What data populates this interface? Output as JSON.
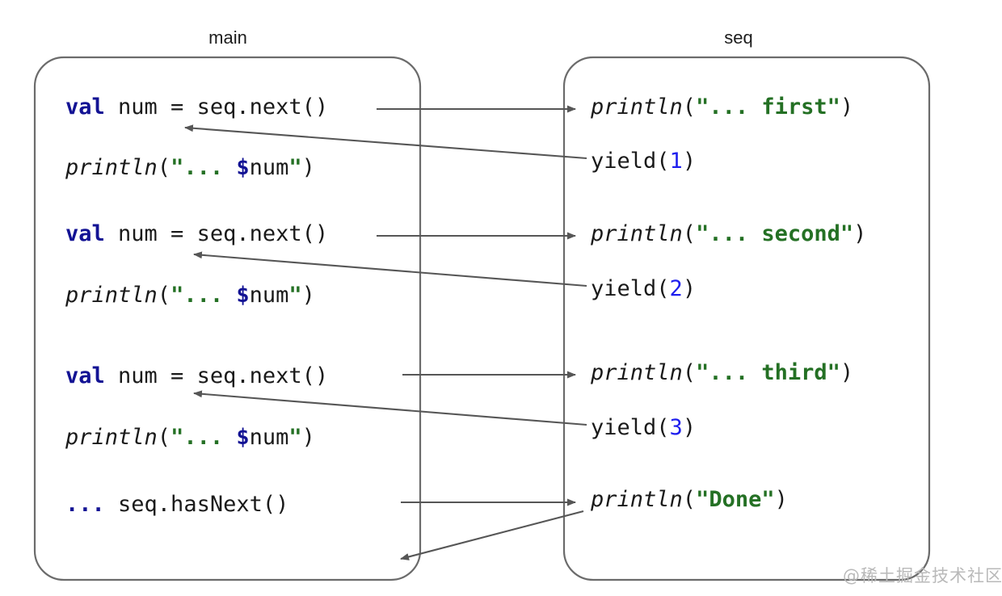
{
  "diagram": {
    "title_left": "main",
    "title_right": "seq",
    "box_stroke": "#6b6b6b",
    "arrow_stroke": "#565656",
    "keyword_color": "#131394",
    "string_color": "#247024",
    "number_color": "#1f1fee",
    "text_color": "#1a1a1a"
  },
  "left_lane": {
    "label": "main",
    "lines": [
      {
        "id": "main-line-1",
        "tokens": [
          {
            "kind": "kw",
            "text": "val"
          },
          {
            "kind": "plain",
            "text": " num = seq.next()"
          }
        ]
      },
      {
        "id": "main-line-2",
        "tokens": [
          {
            "kind": "fn",
            "text": "println"
          },
          {
            "kind": "plain",
            "text": "("
          },
          {
            "kind": "str",
            "text": "\"... "
          },
          {
            "kind": "dollar",
            "text": "$"
          },
          {
            "kind": "var",
            "text": "num"
          },
          {
            "kind": "str",
            "text": "\""
          },
          {
            "kind": "plain",
            "text": ")"
          }
        ]
      },
      {
        "id": "main-line-3",
        "tokens": [
          {
            "kind": "kw",
            "text": "val"
          },
          {
            "kind": "plain",
            "text": " num = seq.next()"
          }
        ]
      },
      {
        "id": "main-line-4",
        "tokens": [
          {
            "kind": "fn",
            "text": "println"
          },
          {
            "kind": "plain",
            "text": "("
          },
          {
            "kind": "str",
            "text": "\"... "
          },
          {
            "kind": "dollar",
            "text": "$"
          },
          {
            "kind": "var",
            "text": "num"
          },
          {
            "kind": "str",
            "text": "\""
          },
          {
            "kind": "plain",
            "text": ")"
          }
        ]
      },
      {
        "id": "main-line-5",
        "tokens": [
          {
            "kind": "kw",
            "text": "val"
          },
          {
            "kind": "plain",
            "text": " num = seq.next()"
          }
        ]
      },
      {
        "id": "main-line-6",
        "tokens": [
          {
            "kind": "fn",
            "text": "println"
          },
          {
            "kind": "plain",
            "text": "("
          },
          {
            "kind": "str",
            "text": "\"... "
          },
          {
            "kind": "dollar",
            "text": "$"
          },
          {
            "kind": "var",
            "text": "num"
          },
          {
            "kind": "str",
            "text": "\""
          },
          {
            "kind": "plain",
            "text": ")"
          }
        ]
      },
      {
        "id": "main-line-7",
        "tokens": [
          {
            "kind": "ellipsis-blue",
            "text": "..."
          },
          {
            "kind": "plain",
            "text": " seq.hasNext()"
          }
        ]
      }
    ]
  },
  "right_lane": {
    "label": "seq",
    "lines": [
      {
        "id": "seq-line-1",
        "tokens": [
          {
            "kind": "fn",
            "text": "println"
          },
          {
            "kind": "plain",
            "text": "("
          },
          {
            "kind": "str",
            "text": "\"... first\""
          },
          {
            "kind": "plain",
            "text": ")"
          }
        ]
      },
      {
        "id": "seq-line-2",
        "tokens": [
          {
            "kind": "plain",
            "text": "yield("
          },
          {
            "kind": "num",
            "text": "1"
          },
          {
            "kind": "plain",
            "text": ")"
          }
        ]
      },
      {
        "id": "seq-line-3",
        "tokens": [
          {
            "kind": "fn",
            "text": "println"
          },
          {
            "kind": "plain",
            "text": "("
          },
          {
            "kind": "str",
            "text": "\"... second\""
          },
          {
            "kind": "plain",
            "text": ")"
          }
        ]
      },
      {
        "id": "seq-line-4",
        "tokens": [
          {
            "kind": "plain",
            "text": "yield("
          },
          {
            "kind": "num",
            "text": "2"
          },
          {
            "kind": "plain",
            "text": ")"
          }
        ]
      },
      {
        "id": "seq-line-5",
        "tokens": [
          {
            "kind": "fn",
            "text": "println"
          },
          {
            "kind": "plain",
            "text": "("
          },
          {
            "kind": "str",
            "text": "\"... third\""
          },
          {
            "kind": "plain",
            "text": ")"
          }
        ]
      },
      {
        "id": "seq-line-6",
        "tokens": [
          {
            "kind": "plain",
            "text": "yield("
          },
          {
            "kind": "num",
            "text": "3"
          },
          {
            "kind": "plain",
            "text": ")"
          }
        ]
      },
      {
        "id": "seq-line-7",
        "tokens": [
          {
            "kind": "fn",
            "text": "println"
          },
          {
            "kind": "plain",
            "text": "("
          },
          {
            "kind": "str",
            "text": "\"Done\""
          },
          {
            "kind": "plain",
            "text": ")"
          }
        ]
      }
    ]
  },
  "watermark": {
    "text": "@稀土掘金技术社区"
  }
}
